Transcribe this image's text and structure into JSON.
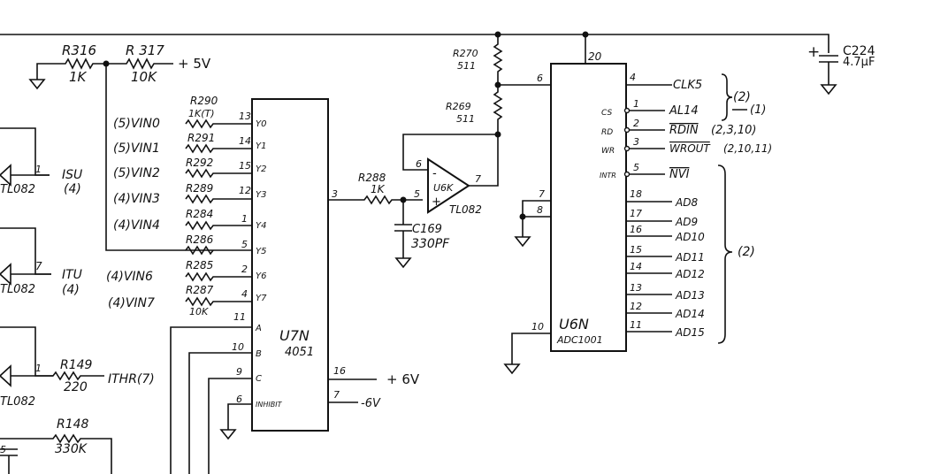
{
  "components": {
    "r316": {
      "ref": "R316",
      "value": "1K"
    },
    "r317": {
      "ref": "R 317",
      "value": "10K"
    },
    "r290": {
      "ref": "R290",
      "value": "1K(T)"
    },
    "r291": {
      "ref": "R291"
    },
    "r292": {
      "ref": "R292"
    },
    "r289": {
      "ref": "R289"
    },
    "r284": {
      "ref": "R284"
    },
    "r286": {
      "ref": "R286"
    },
    "r285": {
      "ref": "R285"
    },
    "r287": {
      "ref": "R287",
      "value": "10K"
    },
    "r270": {
      "ref": "R270",
      "value": "511"
    },
    "r269": {
      "ref": "R269",
      "value": "511"
    },
    "r288": {
      "ref": "R288",
      "value": "1K"
    },
    "r149": {
      "ref": "R149",
      "value": "220"
    },
    "r148": {
      "ref": "R148",
      "value": "330K"
    },
    "c169": {
      "ref": "C169",
      "value": "330PF"
    },
    "c224": {
      "ref": "C224",
      "value": "4.7µF"
    },
    "u7n": {
      "ref": "U7N",
      "part": "4051"
    },
    "u6n": {
      "ref": "U6N",
      "part": "ADC1001"
    },
    "u6k": {
      "ref": "U6K",
      "part": "TL082"
    },
    "left_amp_part": "TL082",
    "left_amp_part_short": "TL082"
  },
  "nets": {
    "plus5v": "+ 5V",
    "plus6v": "+ 6V",
    "minus6v": "-6V",
    "isu": "ISU",
    "isu_ref": "(4)",
    "itu": "ITU",
    "itu_ref": "(4)",
    "ithr": "ITHR(7)",
    "clk5": "CLK5",
    "al14": "AL14",
    "clk_ref": "(2)",
    "al_ref": "(1)",
    "rdin": "RDIN",
    "rdin_ref": "(2,3,10)",
    "wrout": "WROUT",
    "wrout_ref": "(2,10,11)",
    "nvi": "NVI",
    "data_bus_ref": "(2)",
    "data_lines": [
      "AD8",
      "AD9",
      "AD10",
      "AD11",
      "AD12",
      "AD13",
      "AD14",
      "AD15"
    ],
    "mux_inputs": [
      "(5)VIN0",
      "(5)VIN1",
      "(5)VIN2",
      "(4)VIN3",
      "(4)VIN4",
      "(4)VIN6",
      "(4)VIN7"
    ]
  },
  "u7n_pins": {
    "labels": [
      "Y0",
      "Y1",
      "Y2",
      "Y3",
      "Y4",
      "Y5",
      "Y6",
      "Y7",
      "A",
      "B",
      "C",
      "INHIBIT"
    ],
    "numbers": [
      "13",
      "14",
      "15",
      "12",
      "1",
      "5",
      "2",
      "4",
      "11",
      "10",
      "9",
      "6",
      "3",
      "16",
      "7"
    ]
  },
  "u6n_pins": {
    "labels": [
      "CS",
      "RD",
      "WR",
      "INTR"
    ],
    "numbers": [
      "20",
      "6",
      "4",
      "1",
      "2",
      "3",
      "5",
      "18",
      "17",
      "16",
      "15",
      "14",
      "13",
      "12",
      "11",
      "7",
      "8",
      "10"
    ]
  },
  "u6k_pins": {
    "numbers": [
      "6",
      "5",
      "7"
    ],
    "inputs": [
      "-",
      "+"
    ]
  },
  "left_amp_pins": [
    "1",
    "7",
    "1",
    "5"
  ]
}
